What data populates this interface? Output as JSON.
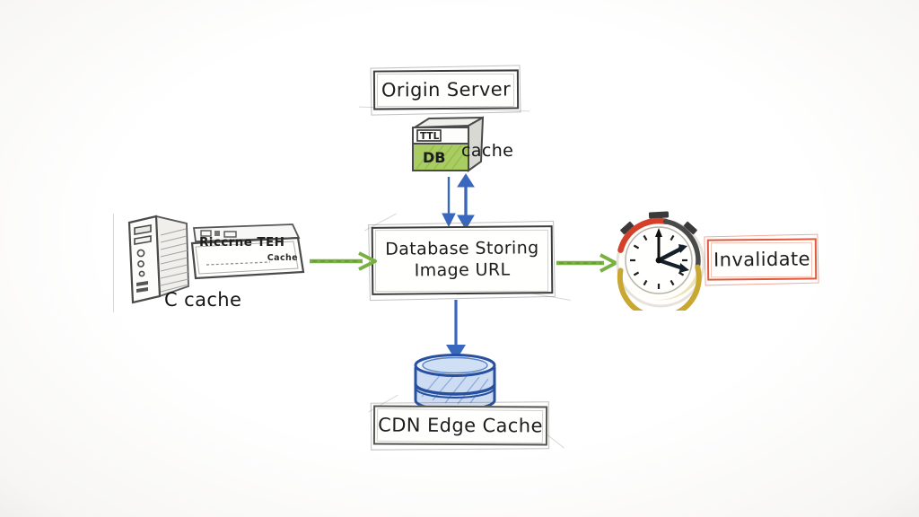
{
  "diagram": {
    "title_hint": "CDN image caching flow (hand-drawn sketch)",
    "origin_server": {
      "label": "Origin Server"
    },
    "db_cache": {
      "box_top_text": "TTL",
      "box_front_text": "DB",
      "caption": "cache"
    },
    "center_db": {
      "line1": "Database Storing",
      "line2": "Image URL"
    },
    "client": {
      "device_text_line1": "Riccrne TEH",
      "device_text_line2": "Cache",
      "caption": "C cache"
    },
    "invalidate": {
      "label": "Invalidate"
    },
    "cdn": {
      "caption": "CDN Edge Cache"
    },
    "icons": {
      "pc_tower": "pc-tower-icon",
      "rack_server": "rack-server-icon",
      "db_cache_box": "db-cache-box-icon",
      "stopwatch": "stopwatch-icon",
      "database_cylinder": "database-cylinder-icon"
    },
    "arrows": [
      {
        "name": "client-to-database",
        "direction": "right",
        "color": "#79b042"
      },
      {
        "name": "origin-cache-sync",
        "direction": "vertical-bidirectional",
        "color": "#3a67be"
      },
      {
        "name": "database-to-ttl-timer",
        "direction": "right",
        "color": "#79b042"
      },
      {
        "name": "database-to-cdn",
        "direction": "down",
        "color": "#3a67be"
      }
    ],
    "colors": {
      "arrow_green": "#79b042",
      "arrow_blue": "#3a67be",
      "invalidate_red": "#dd5b3c",
      "db_green_band": "#a9cd62",
      "stopwatch_ring_red": "#d5402b",
      "stopwatch_ring_gray": "#4a4a4a",
      "stopwatch_ring_yellow": "#c9a733",
      "ink": "#3c3c3c"
    }
  }
}
